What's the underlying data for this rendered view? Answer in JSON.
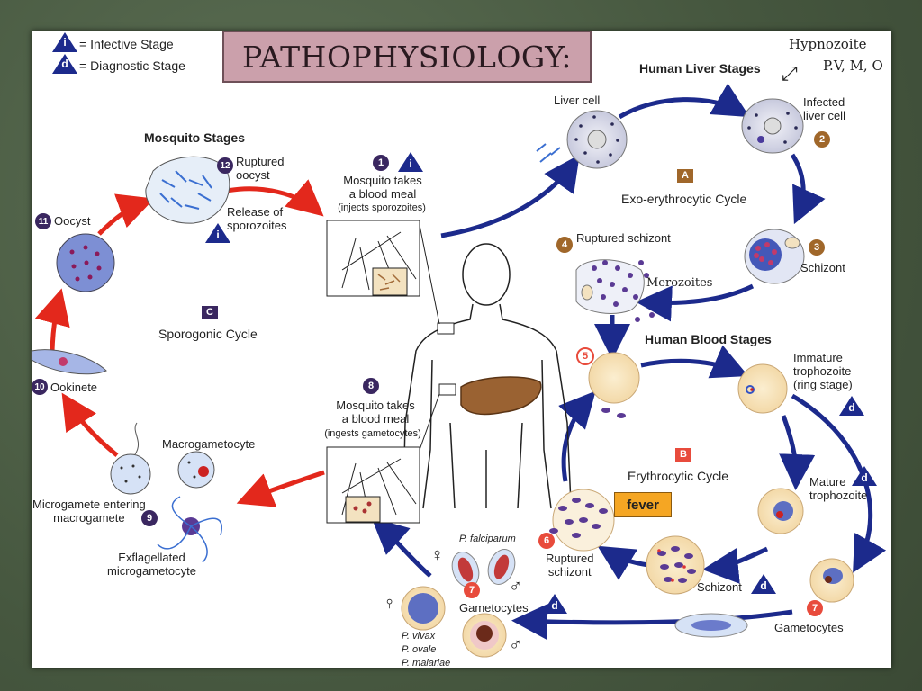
{
  "legend": {
    "infective_icon": "i",
    "infective_text": "= Infective Stage",
    "diagnostic_icon": "d",
    "diagnostic_text": "= Diagnostic Stage"
  },
  "title": "PATHOPHYSIOLOGY:",
  "hypnozoite": {
    "title": "Hypnozoite",
    "species": "P.V, M, O"
  },
  "mosquito": {
    "heading": "Mosquito Stages",
    "cycle_letter": "C",
    "cycle_name": "Sporogonic Cycle",
    "blood_meal_top": "Mosquito takes\na blood meal",
    "blood_meal_top_sub": "(injects sporozoites)",
    "blood_meal_bottom": "Mosquito takes\na blood meal",
    "blood_meal_bottom_sub": "(ingests gametocytes)"
  },
  "liver": {
    "heading": "Human Liver Stages",
    "cycle_letter": "A",
    "cycle_name": "Exo-erythrocytic Cycle",
    "liver_cell": "Liver cell",
    "infected": "Infected\nliver cell",
    "schizont": "Schizont",
    "ruptured": "Ruptured schizont",
    "merozoites": "Merozoites"
  },
  "blood": {
    "heading": "Human Blood Stages",
    "cycle_letter": "B",
    "cycle_name": "Erythrocytic Cycle",
    "immature": "Immature\ntrophozoite\n(ring stage)",
    "mature": "Mature\ntrophozoite",
    "schizont": "Schizont",
    "ruptured": "Ruptured\nschizont",
    "gametocytes_right": "Gametocytes",
    "gametocytes_left": "Gametocytes",
    "fever": "fever",
    "p_falciparum": "P. falciparum",
    "p_others": "P. vivax\nP. ovale\nP. malariae"
  },
  "stages": {
    "s1": "1",
    "s2": "2",
    "s3": "3",
    "s4": "4",
    "s5": "5",
    "s6": "6",
    "s7a": "7",
    "s7b": "7",
    "s8": "8",
    "s9": "9",
    "s10": "10",
    "s11": "11",
    "s12": "12",
    "oocyst": "Oocyst",
    "ruptured_oocyst": "Ruptured\noocyst",
    "release": "Release of\nsporozoites",
    "ookinete": "Ookinete",
    "macrogametocyte": "Macrogametocyte",
    "microgamete": "Microgamete entering\nmacrogamete",
    "exflagellated": "Exflagellated\nmicrogametocyte"
  },
  "symbols": {
    "female": "♀",
    "male": "♂",
    "arrow": "⤢"
  },
  "colors": {
    "cycle_arrow": "#1c2a8c",
    "mosquito_arrow": "#e3281c",
    "stage_brown": "#a0672a",
    "stage_purple": "#3a2760",
    "stage_red": "#e84b3c",
    "fever": "#f5a623"
  }
}
